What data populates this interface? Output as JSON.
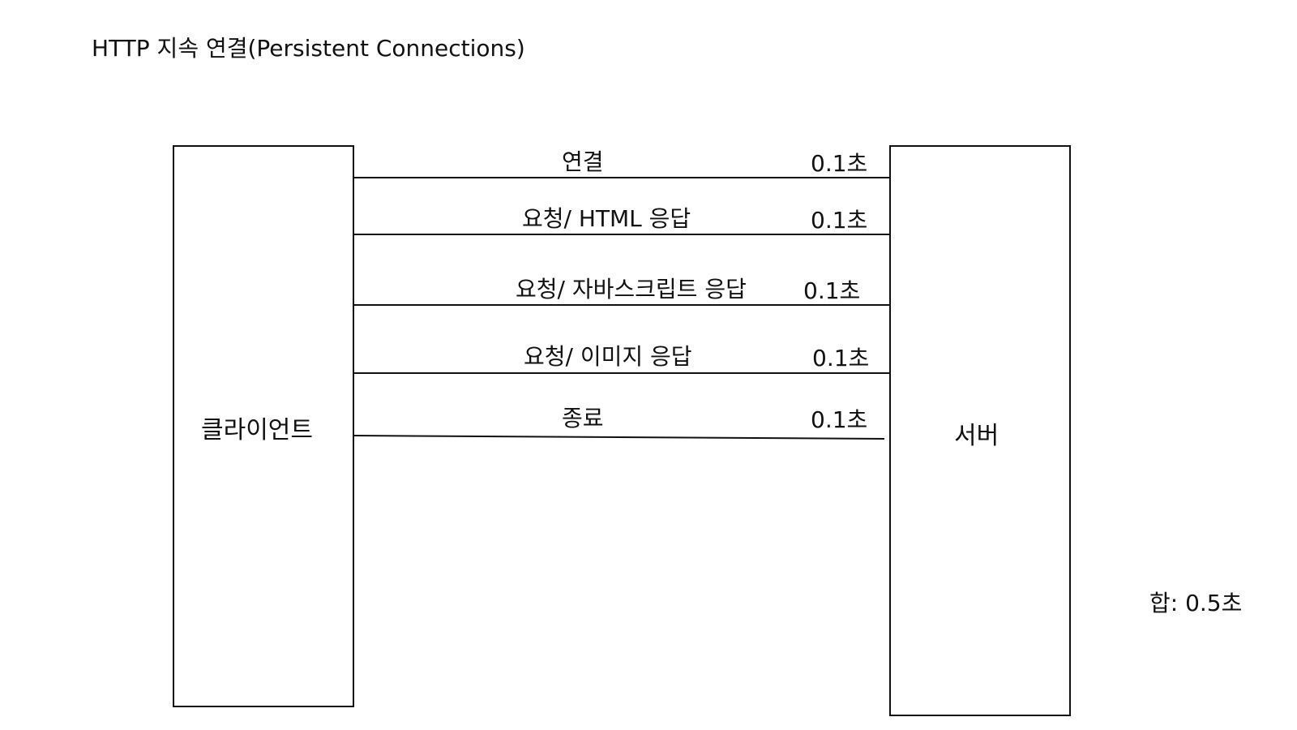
{
  "title": "HTTP 지속 연결(Persistent Connections)",
  "client": {
    "label": "클라이언트"
  },
  "server": {
    "label": "서버"
  },
  "messages": [
    {
      "label": "연결",
      "time": "0.1초"
    },
    {
      "label": "요청/ HTML 응답",
      "time": "0.1초"
    },
    {
      "label": "요청/ 자바스크립트 응답",
      "time": "0.1초"
    },
    {
      "label": "요청/ 이미지 응답",
      "time": "0.1초"
    },
    {
      "label": "종료",
      "time": "0.1초"
    }
  ],
  "total": "합: 0.5초"
}
